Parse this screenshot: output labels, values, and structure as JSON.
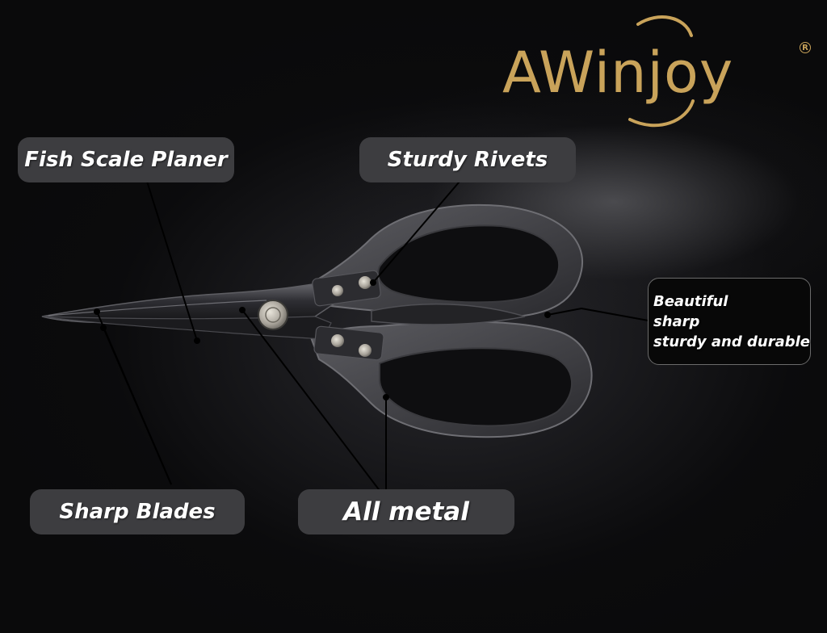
{
  "brand": {
    "name": "AWinjoy",
    "registered_mark": "R",
    "gold_color": "#c9a35a"
  },
  "callouts": {
    "fish_scale_planer": "Fish Scale Planer",
    "sturdy_rivets": "Sturdy Rivets",
    "sharp_blades": "Sharp Blades",
    "all_metal": "All metal",
    "features": {
      "line1": "Beautiful",
      "line2": "sharp",
      "line3": "sturdy and durable"
    }
  },
  "colors": {
    "label_bg": "#3d3d40",
    "scissor_metal": "#4a4a4e",
    "background": "#0b0b0c"
  },
  "icons": {
    "product": "kitchen-scissors-image"
  }
}
